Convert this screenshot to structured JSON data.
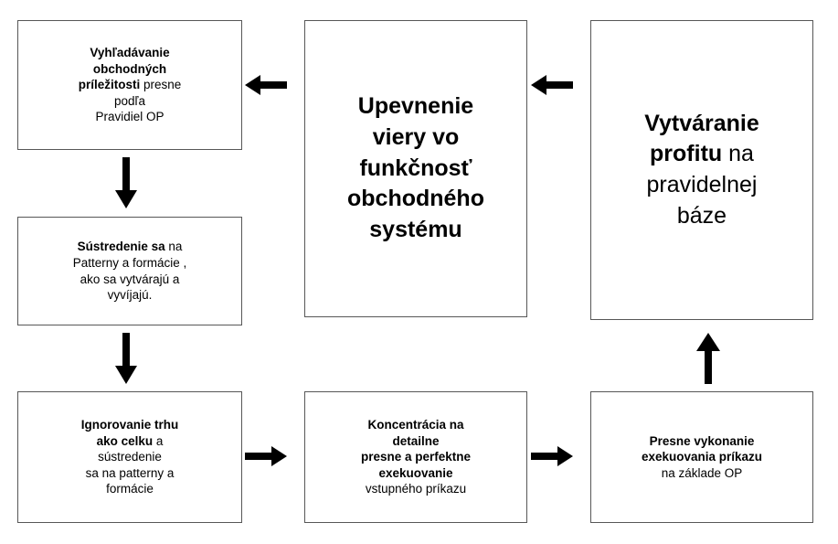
{
  "diagram": {
    "title_text_color": "#000000",
    "box_border_color": "#575757",
    "background_color": "#ffffff",
    "arrow_color": "#000000",
    "boxes": [
      {
        "id": "search",
        "name": "box-search-opportunities",
        "bold_text": "Vyhľadávanie obchodných príležitosti",
        "regular_text": " presne podľa Pravidiel OP",
        "lines": [
          "Vyhľadávanie",
          "obchodných",
          "príležitosti presne",
          "podľa",
          "Pravidiel OP"
        ]
      },
      {
        "id": "focus",
        "name": "box-focus-patterns",
        "bold_text": "Sústredenie sa",
        "regular_text": " na Patterny a formácie , ako sa vytvárajú a vyvíjajú.",
        "lines": [
          "Sústredenie sa na",
          "Patterny a formácie ,",
          "ako sa vytvárajú  a",
          "vyvíjajú."
        ]
      },
      {
        "id": "ignore",
        "name": "box-ignore-market",
        "bold_text": "Ignorovanie trhu ako celku",
        "regular_text": " a sústredenie sa na patterny a formácie",
        "lines": [
          "Ignorovanie trhu",
          "ako celku a",
          "sústredenie",
          "sa na patterny a",
          "formácie"
        ]
      },
      {
        "id": "belief",
        "name": "box-belief-in-system",
        "bold_text": "Upevnenie viery vo funkčnosť obchodného systému",
        "regular_text": "",
        "lines": [
          "Upevnenie",
          "viery vo",
          "funkčnosť",
          "obchodného",
          "systému"
        ]
      },
      {
        "id": "concentrate",
        "name": "box-concentrate-execution",
        "bold_text": "Koncentrácia na detailne presne a perfektne exekuovanie",
        "regular_text": " vstupného príkazu",
        "lines": [
          "Koncentrácia na",
          "detailne",
          "presne a perfektne",
          "exekuovanie",
          "vstupného príkazu"
        ]
      },
      {
        "id": "profit",
        "name": "box-create-profit",
        "bold_text": "Vytváranie profitu",
        "regular_text": " na pravidelnej báze",
        "lines": [
          "Vytváranie",
          "profitu na",
          "pravidelnej",
          "báze"
        ]
      },
      {
        "id": "execute",
        "name": "box-precise-execution",
        "bold_text": "Presne vykonanie exekuovania príkazu",
        "regular_text": " na základe OP",
        "lines": [
          "Presne vykonanie",
          "exekuovania príkazu",
          "na základe OP"
        ]
      }
    ],
    "arrows": [
      {
        "name": "arrow-belief-to-search",
        "direction": "left",
        "from": "belief",
        "to": "search"
      },
      {
        "name": "arrow-profit-to-belief",
        "direction": "left",
        "from": "profit",
        "to": "belief"
      },
      {
        "name": "arrow-search-to-focus",
        "direction": "down",
        "from": "search",
        "to": "focus"
      },
      {
        "name": "arrow-focus-to-ignore",
        "direction": "down",
        "from": "focus",
        "to": "ignore"
      },
      {
        "name": "arrow-ignore-to-conc",
        "direction": "right",
        "from": "ignore",
        "to": "concentrate"
      },
      {
        "name": "arrow-conc-to-exec",
        "direction": "right",
        "from": "concentrate",
        "to": "execute"
      },
      {
        "name": "arrow-exec-to-profit",
        "direction": "up",
        "from": "execute",
        "to": "profit"
      }
    ]
  },
  "boxtext": {
    "search": {
      "l1": "Vyhľadávanie",
      "l2": "obchodných",
      "l3a": "príležitosti",
      "l3b": " presne",
      "l4": "podľa",
      "l5": "Pravidiel OP"
    },
    "focus": {
      "l1a": "Sústredenie sa",
      "l1b": " na",
      "l2": "Patterny a formácie ,",
      "l3": "ako sa vytvárajú  a",
      "l4": "vyvíjajú."
    },
    "ignore": {
      "l1": "Ignorovanie trhu",
      "l2a": "ako celku",
      "l2b": " a",
      "l3": "sústredenie",
      "l4": "sa na patterny a",
      "l5": "formácie"
    },
    "belief": {
      "l1": "Upevnenie",
      "l2": "viery vo",
      "l3": "funkčnosť",
      "l4": "obchodného",
      "l5": "systému"
    },
    "concentrate": {
      "l1": "Koncentrácia na",
      "l2": "detailne",
      "l3": "presne a perfektne",
      "l4": "exekuovanie",
      "l5": "vstupného príkazu"
    },
    "profit": {
      "l1": "Vytváranie",
      "l2a": "profitu",
      "l2b": " na",
      "l3": "pravidelnej",
      "l4": "báze"
    },
    "execute": {
      "l1": "Presne vykonanie",
      "l2": "exekuovania príkazu",
      "l3": "na základe OP"
    }
  }
}
